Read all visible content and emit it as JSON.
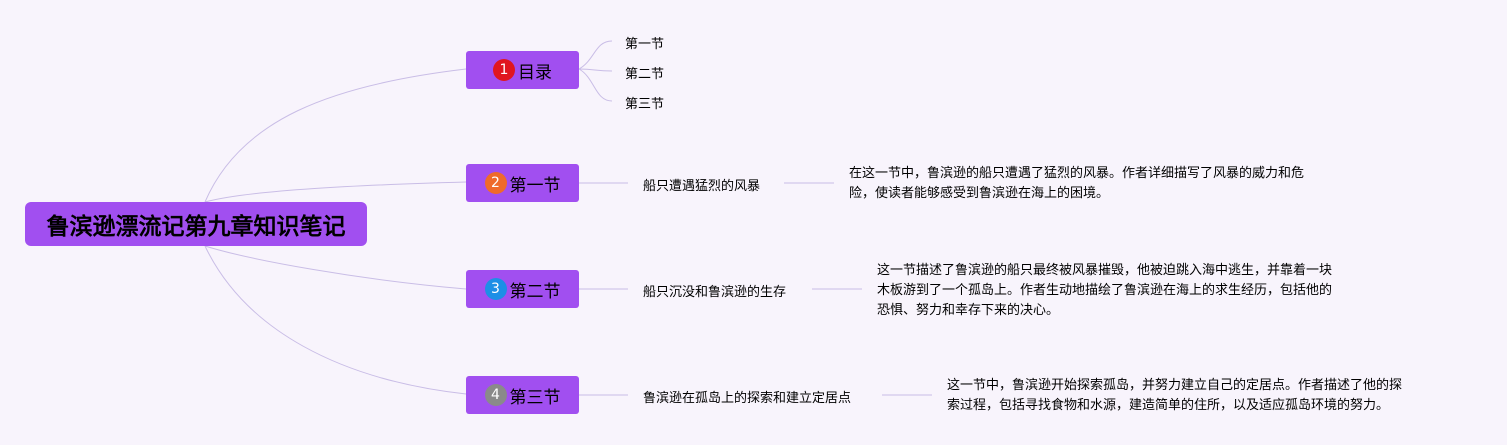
{
  "root": {
    "title": "鲁滨逊漂流记第九章知识笔记"
  },
  "branches": [
    {
      "badge": "1",
      "badge_color": "#e0161f",
      "label": "目录",
      "children": [
        "第一节",
        "第二节",
        "第三节"
      ]
    },
    {
      "badge": "2",
      "badge_color": "#ef6a2a",
      "label": "第一节",
      "topic": "船只遭遇猛烈的风暴",
      "detail_lines": [
        "在这一节中，鲁滨逊的船只遭遇了猛烈的风暴。作者详细描写了风暴的威力和危",
        "险，使读者能够感受到鲁滨逊在海上的困境。"
      ]
    },
    {
      "badge": "3",
      "badge_color": "#1d8fe6",
      "label": "第二节",
      "topic": "船只沉没和鲁滨逊的生存",
      "detail_lines": [
        "这一节描述了鲁滨逊的船只最终被风暴摧毁，他被迫跳入海中逃生，并靠着一块",
        "木板游到了一个孤岛上。作者生动地描绘了鲁滨逊在海上的求生经历，包括他的",
        "恐惧、努力和幸存下来的决心。"
      ]
    },
    {
      "badge": "4",
      "badge_color": "#8a8a8a",
      "label": "第三节",
      "topic": "鲁滨逊在孤岛上的探索和建立定居点",
      "detail_lines": [
        "这一节中，鲁滨逊开始探索孤岛，并努力建立自己的定居点。作者描述了他的探",
        "索过程，包括寻找食物和水源，建造简单的住所，以及适应孤岛环境的努力。"
      ]
    }
  ],
  "colors": {
    "background": "#f8f4fc",
    "node_fill": "#a14ff0",
    "connector": "#c9bde6"
  }
}
